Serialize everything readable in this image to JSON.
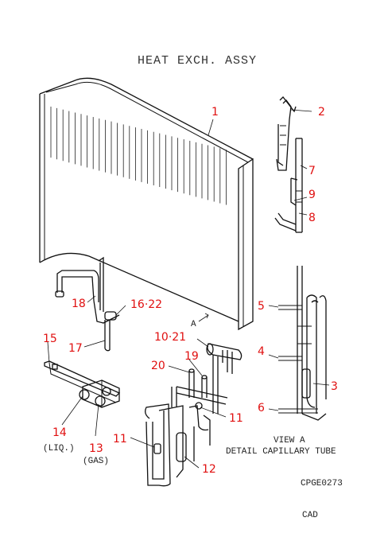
{
  "title": "HEAT EXCH. ASSY",
  "parts": {
    "p1": "1",
    "p2": "2",
    "p3": "3",
    "p4": "4",
    "p5": "5",
    "p6": "6",
    "p7": "7",
    "p8": "8",
    "p9": "9",
    "p10_21": "10·21",
    "p11a": "11",
    "p11b": "11",
    "p12": "12",
    "p13": "13",
    "p14": "14",
    "p15": "15",
    "p16_22": "16·22",
    "p17": "17",
    "p18": "18",
    "p19": "19",
    "p20": "20"
  },
  "captions": {
    "liq": "(LIQ.)",
    "gas": "(GAS)",
    "arrow_a": "A",
    "view_a": "VIEW A",
    "detail": "DETAIL CAPILLARY TUBE",
    "code": "CPGE0273",
    "cad": "CAD"
  },
  "colors": {
    "label": "#e01010",
    "line": "#111111"
  }
}
